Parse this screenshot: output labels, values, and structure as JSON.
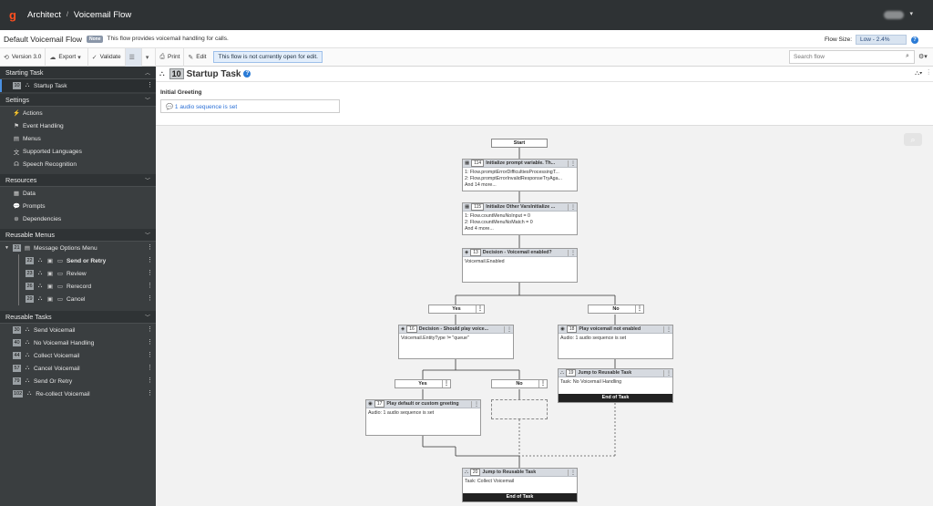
{
  "header": {
    "app": "Architect",
    "separator": "/",
    "section": "Voicemail Flow"
  },
  "titlebar": {
    "flow_name": "Default Voicemail Flow",
    "badge": "None",
    "description": "This flow provides voicemail handling for calls.",
    "flow_size_label": "Flow Size:",
    "flow_size_value": "Low - 2.4%"
  },
  "toolbar": {
    "version": "Version 3.0",
    "export": "Export",
    "validate": "Validate",
    "print": "Print",
    "edit": "Edit",
    "notice": "This flow is not currently open for edit.",
    "search_placeholder": "Search flow"
  },
  "sidebar": {
    "starting_task": {
      "title": "Starting Task",
      "items": [
        {
          "num": "10",
          "label": "Startup Task"
        }
      ]
    },
    "settings": {
      "title": "Settings",
      "items": [
        "Actions",
        "Event Handling",
        "Menus",
        "Supported Languages",
        "Speech Recognition"
      ]
    },
    "resources": {
      "title": "Resources",
      "items": [
        "Data",
        "Prompts",
        "Dependencies"
      ]
    },
    "reusable_menus": {
      "title": "Reusable Menus",
      "menu": {
        "num": "21",
        "label": "Message Options Menu"
      },
      "choices": [
        {
          "num": "22",
          "label": "Send or Retry"
        },
        {
          "num": "23",
          "label": "Review"
        },
        {
          "num": "26",
          "label": "Rerecord"
        },
        {
          "num": "29",
          "label": "Cancel"
        }
      ]
    },
    "reusable_tasks": {
      "title": "Reusable Tasks",
      "items": [
        {
          "num": "30",
          "label": "Send Voicemail"
        },
        {
          "num": "40",
          "label": "No Voicemail Handling"
        },
        {
          "num": "44",
          "label": "Collect Voicemail"
        },
        {
          "num": "57",
          "label": "Cancel Voicemail"
        },
        {
          "num": "79",
          "label": "Send Or Retry"
        },
        {
          "num": "102",
          "label": "Re-collect Voicemail"
        }
      ]
    }
  },
  "task": {
    "num": "10",
    "name": "Startup Task",
    "greeting_label": "Initial Greeting",
    "greeting_value": "1 audio sequence is set"
  },
  "flow": {
    "start": "Start",
    "n114": {
      "num": "114",
      "title": "Initialize prompt variable. Th...",
      "lines": [
        "1: Flow.promptErrorDifficultiesProcessingT...",
        "2: Flow.promptErrorInvalidResponseTryAga...",
        "And 14 more..."
      ]
    },
    "n115": {
      "num": "115",
      "title": "Initialize Other VarsInitialize ...",
      "lines": [
        "1: Flow.countMenuNoInput = 0",
        "2: Flow.countMenuNoMatch = 0",
        "And 4 more..."
      ]
    },
    "n13": {
      "num": "13",
      "title": "Decision - Voicemail enabled?",
      "lines": [
        "Voicemail.Enabled"
      ]
    },
    "yes1": "Yes",
    "no1": "No",
    "n16": {
      "num": "16",
      "title": "Decision - Should play voice...",
      "lines": [
        "Voicemail.EntityType != \"queue\""
      ]
    },
    "n18": {
      "num": "18",
      "title": "Play voicemail not enabled",
      "lines": [
        "Audio: 1 audio sequence is set"
      ]
    },
    "yes2": "Yes",
    "no2": "No",
    "n19": {
      "num": "19",
      "title": "Jump to Reusable Task",
      "lines": [
        "Task: No Voicemail Handling"
      ],
      "end": "End of Task"
    },
    "n17": {
      "num": "17",
      "title": "Play default or custom greeting",
      "lines": [
        "Audio: 1 audio sequence is set"
      ]
    },
    "n20": {
      "num": "20",
      "title": "Jump to Reusable Task",
      "lines": [
        "Task: Collect Voicemail"
      ],
      "end": "End of Task"
    }
  }
}
